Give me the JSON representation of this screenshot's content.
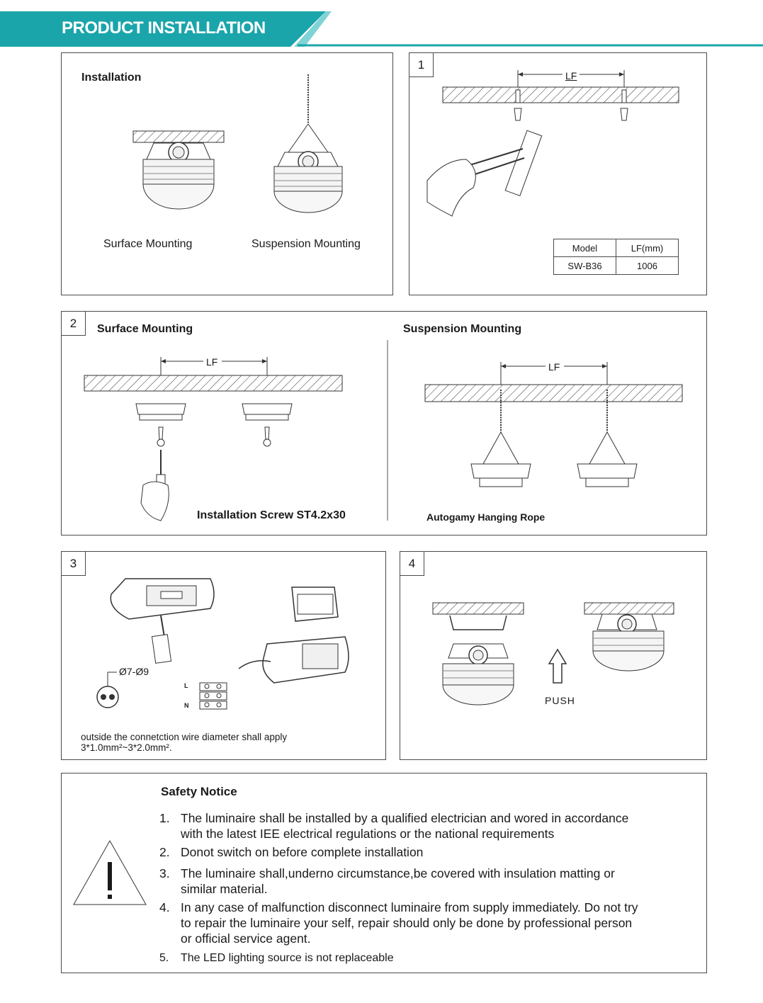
{
  "header": {
    "title": "PRODUCT INSTALLATION",
    "accent_color": "#1aa5ab"
  },
  "panel_installation": {
    "title": "Installation",
    "surface_label": "Surface Mounting",
    "suspension_label": "Suspension Mounting"
  },
  "panel_1": {
    "number": "1",
    "dimension_label": "LF",
    "table": {
      "headers": [
        "Model",
        "LF(mm)"
      ],
      "rows": [
        [
          "SW-B36",
          "1006"
        ]
      ]
    }
  },
  "panel_2": {
    "number": "2",
    "surface_title": "Surface Mounting",
    "suspension_title": "Suspension Mounting",
    "surface_dim_label": "LF",
    "suspension_dim_label": "LF",
    "screw_label": "Installation Screw ST4.2x30",
    "rope_label": "Autogamy Hanging Rope"
  },
  "panel_3": {
    "number": "3",
    "diameter_label": "Ø7-Ø9",
    "terminal_l": "L",
    "terminal_n": "N",
    "note_line1": "outside the connetction wire diameter shall apply",
    "note_line2": "3*1.0mm²~3*2.0mm².",
    "icons": [
      "screwdriver-icon",
      "cable-gland-icon",
      "terminal-block-icon"
    ]
  },
  "panel_4": {
    "number": "4",
    "push_label": "PUSH",
    "icons": [
      "arrow-up-icon"
    ]
  },
  "safety": {
    "title": "Safety Notice",
    "warning_icon": "warning-triangle-icon",
    "items": [
      {
        "no": "1.",
        "line1": "The luminaire shall be installed by a qualified electrician and wored in accordance",
        "line2": "with the latest IEE electrical regulations or the national requirements",
        "line3": ""
      },
      {
        "no": "2.",
        "line1": "Donot switch on before complete installation",
        "line2": "",
        "line3": ""
      },
      {
        "no": "3.",
        "line1": "The luminaire shall,underno circumstance,be covered with insulation matting or",
        "line2": "similar material.",
        "line3": ""
      },
      {
        "no": "4.",
        "line1": "In any case of malfunction disconnect luminaire from supply immediately. Do not try",
        "line2": "to repair the luminaire your self, repair should only be done by professional person",
        "line3": "or  official service agent."
      },
      {
        "no": "5.",
        "line1": "The LED lighting source is not replaceable",
        "line2": "",
        "line3": ""
      }
    ]
  }
}
